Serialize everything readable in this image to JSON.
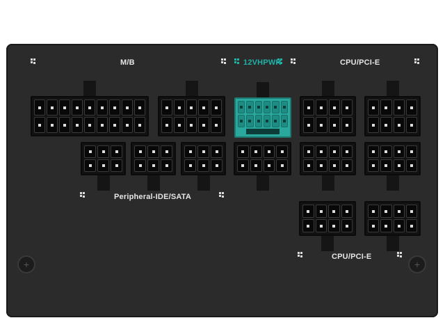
{
  "labels": {
    "mb": "M/B",
    "vhpwr": "12VHPWR",
    "cpu_pcie_top": "CPU/PCI-E",
    "peripheral": "Peripheral-IDE/SATA",
    "cpu_pcie_bottom": "CPU/PCI-E"
  },
  "colors": {
    "panel": "#2b2b2b",
    "accent": "#1fb3a8"
  }
}
